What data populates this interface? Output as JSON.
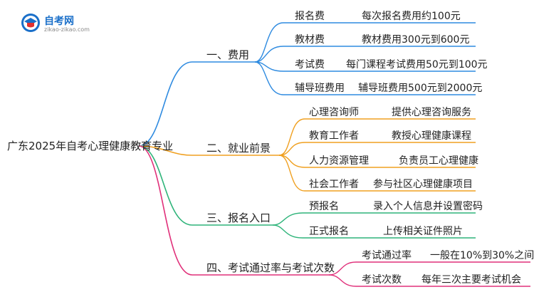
{
  "logo": {
    "name": "自考网",
    "url": "zikao-zikao.com"
  },
  "root": "广东2025年自考心理健康教育专业",
  "colors": {
    "blue": "#2f8be0",
    "orange": "#f0a020",
    "green": "#2fb47a",
    "pink": "#e0307a"
  },
  "branches": [
    {
      "label": "一、费用",
      "items": [
        {
          "label": "报名费",
          "value": "每次报名费用约100元"
        },
        {
          "label": "教材费",
          "value": "教材费用300元到600元"
        },
        {
          "label": "考试费",
          "value": "每门课程考试费用50元到100元"
        },
        {
          "label": "辅导班费用",
          "value": "辅导班费用500元到2000元"
        }
      ]
    },
    {
      "label": "二、就业前景",
      "items": [
        {
          "label": "心理咨询师",
          "value": "提供心理咨询服务"
        },
        {
          "label": "教育工作者",
          "value": "教授心理健康课程"
        },
        {
          "label": "人力资源管理",
          "value": "负责员工心理健康"
        },
        {
          "label": "社会工作者",
          "value": "参与社区心理健康项目"
        }
      ]
    },
    {
      "label": "三、报名入口",
      "items": [
        {
          "label": "预报名",
          "value": "录入个人信息并设置密码"
        },
        {
          "label": "正式报名",
          "value": "上传相关证件照片"
        }
      ]
    },
    {
      "label": "四、考试通过率与考试次数",
      "items": [
        {
          "label": "考试通过率",
          "value": "一般在10%到30%之间"
        },
        {
          "label": "考试次数",
          "value": "每年三次主要考试机会"
        }
      ]
    }
  ]
}
